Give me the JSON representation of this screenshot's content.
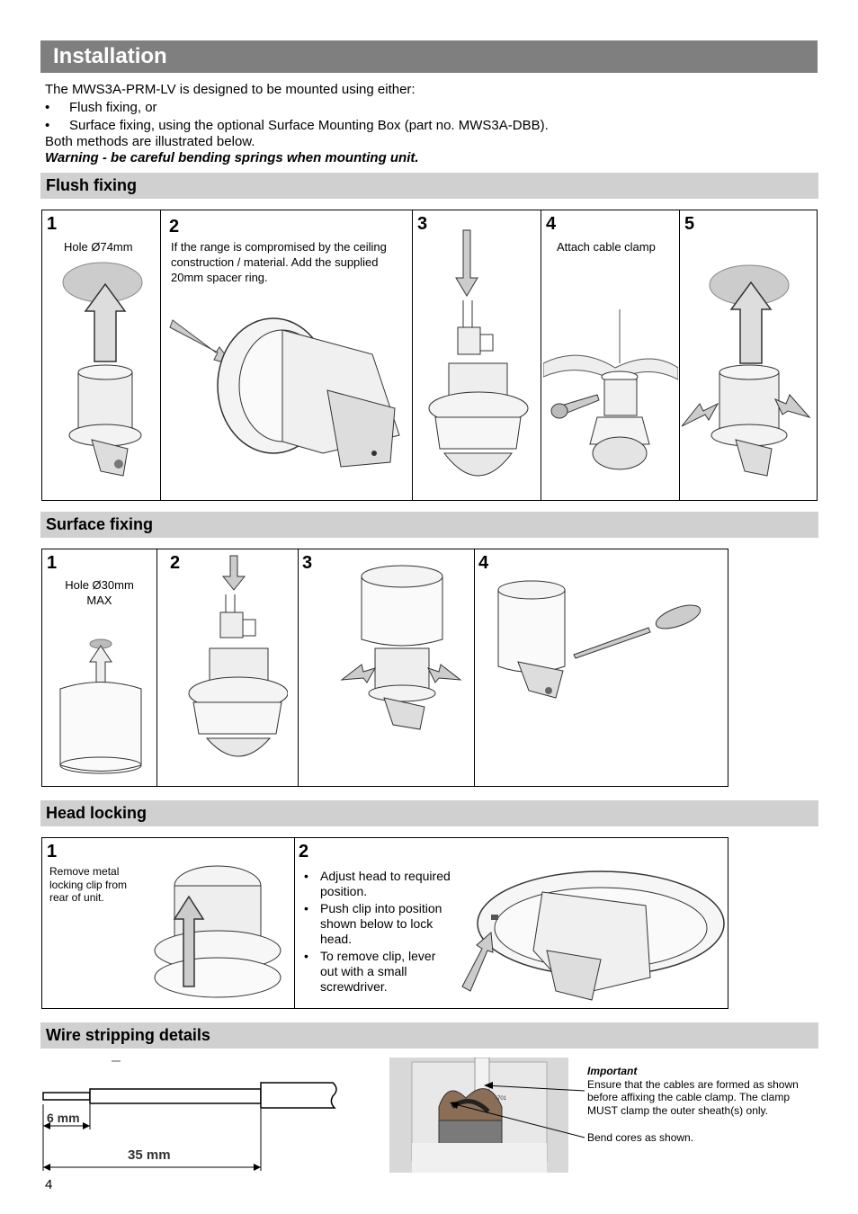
{
  "title": "Installation",
  "intro": {
    "line1": "The MWS3A-PRM-LV is designed to be mounted using either:",
    "bullets": [
      "Flush fixing, or",
      "Surface fixing, using the optional Surface Mounting Box (part no. MWS3A-DBB)."
    ],
    "line2": "Both methods are illustrated below.",
    "warning": "Warning - be careful bending springs when mounting unit."
  },
  "flush": {
    "heading": "Flush fixing",
    "steps": [
      {
        "num": "1",
        "caption": "Hole Ø74mm"
      },
      {
        "num": "2",
        "caption": "If the range is compromised by the ceiling construction / material. Add the supplied 20mm spacer ring."
      },
      {
        "num": "3",
        "caption": ""
      },
      {
        "num": "4",
        "caption": "Attach cable clamp"
      },
      {
        "num": "5",
        "caption": ""
      }
    ]
  },
  "surface": {
    "heading": "Surface fixing",
    "steps": [
      {
        "num": "1",
        "caption_line1": "Hole Ø30mm",
        "caption_line2": "MAX"
      },
      {
        "num": "2"
      },
      {
        "num": "3"
      },
      {
        "num": "4"
      }
    ]
  },
  "head_locking": {
    "heading": "Head locking",
    "step1": {
      "num": "1",
      "caption": "Remove metal locking clip from rear of unit."
    },
    "step2": {
      "num": "2",
      "bullets": [
        "Adjust head to required position.",
        "Push clip into position shown below to lock head.",
        "To remove clip, lever out with a small screwdriver."
      ]
    }
  },
  "wire": {
    "heading": "Wire stripping details",
    "dim_small": "6 mm",
    "dim_large": "35 mm",
    "important_title": "Important",
    "important_text": "Ensure that the cables are formed as shown before affixing the cable clamp. The clamp MUST clamp the outer sheath(s) only.",
    "bend_text": "Bend cores as shown.",
    "photo_label": "-701"
  },
  "page_number": "4"
}
